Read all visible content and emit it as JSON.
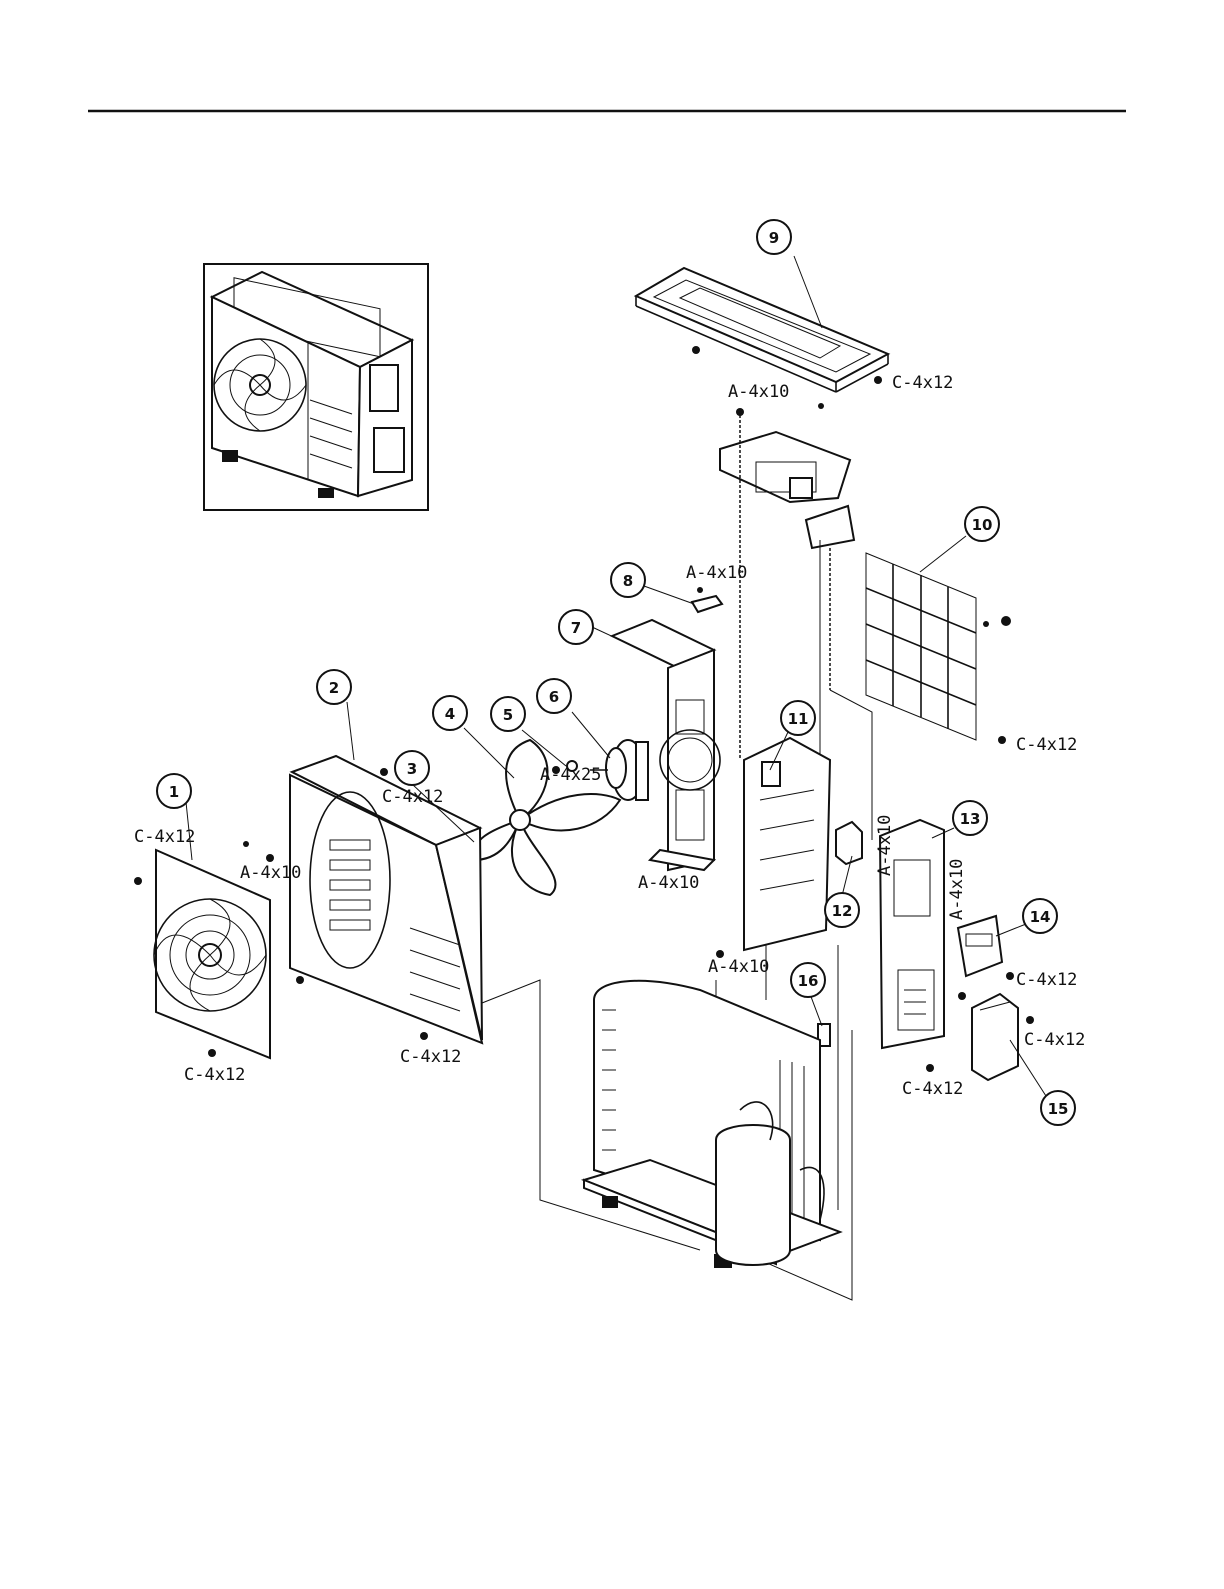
{
  "labels": {
    "c4x12": "C-4x12",
    "a4x10": "A-4x10",
    "a4x25": "A-4x25"
  },
  "parts": {
    "1": "1",
    "2": "2",
    "3": "3",
    "4": "4",
    "5": "5",
    "6": "6",
    "7": "7",
    "8": "8",
    "9": "9",
    "10": "10",
    "11": "11",
    "12": "12",
    "13": "13",
    "14": "14",
    "15": "15",
    "16": "16"
  },
  "colors": {
    "ink": "#111111",
    "background": "#ffffff"
  }
}
